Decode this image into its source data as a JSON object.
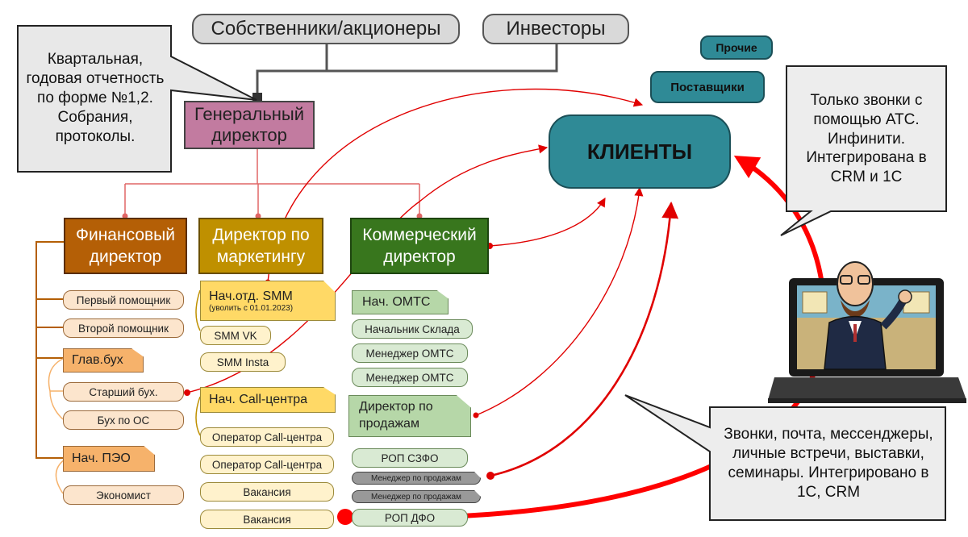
{
  "top": {
    "owners": "Собственники/акционеры",
    "investors": "Инвесторы"
  },
  "ceo": "Генеральный директор",
  "callouts": {
    "reporting": "Квартальная, годовая отчетность по форме №1,2. Собрания, протоколы.",
    "calls_only": "Только звонки с помощью АТС. Инфинити. Интегрирована в CRM и 1С",
    "channels": "Звонки, почта, мессенджеры, личные встречи, выставки, семинары. Интегрировано в 1С, CRM"
  },
  "external": {
    "others": "Прочие",
    "suppliers": "Поставщики",
    "clients": "КЛИЕНТЫ"
  },
  "finance": {
    "head": "Финансовый директор",
    "items": [
      "Первый помощник",
      "Второй помощник"
    ],
    "chief_accountant": "Глав.бух",
    "accountants": [
      "Старший бух.",
      "Бух по ОС"
    ],
    "peo_head": "Нач. ПЭО",
    "economist": "Экономист"
  },
  "marketing": {
    "head": "Директор по маркетингу",
    "smm_head": "Нач.отд. SMM",
    "smm_note": "(уволить с  01.01.2023)",
    "smm_items": [
      "SMM VK",
      "SMM Insta"
    ],
    "call_head": "Нач. Call-центра",
    "call_items": [
      "Оператор Call-центра",
      "Оператор Call-центра",
      "Вакансия",
      "Вакансия"
    ]
  },
  "commercial": {
    "head": "Коммерческий директор",
    "omts_head": "Нач. ОМТС",
    "omts_items": [
      "Начальник Склада",
      "Менеджер ОМТС",
      "Менеджер ОМТС"
    ],
    "sales_head": "Директор по продажам",
    "rop1": "РОП СЗФО",
    "managers": [
      "Менеджер по продажам",
      "Менеджер по продажам"
    ],
    "rop2": "РОП ДФО"
  },
  "colors": {
    "connector_red": "#e06666",
    "arrow_red": "#ff0000",
    "teal": "#2f8a96"
  },
  "icons": {
    "laptop": "laptop-video-call-icon"
  }
}
